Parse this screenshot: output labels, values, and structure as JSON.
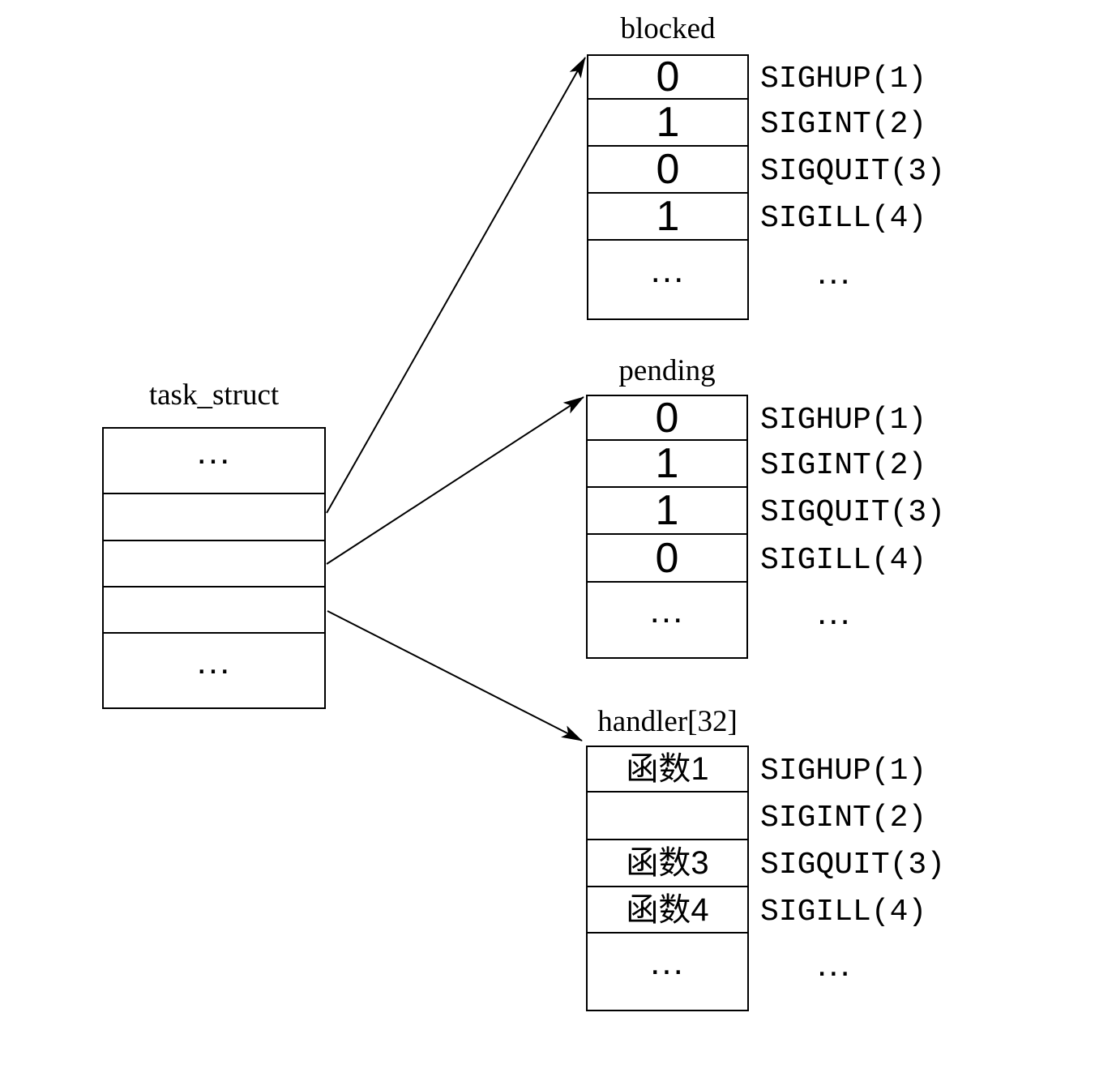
{
  "task_struct": {
    "title": "task_struct",
    "rows": [
      "...",
      "",
      "",
      "",
      "..."
    ]
  },
  "tables": {
    "blocked": {
      "title": "blocked",
      "values": [
        "0",
        "1",
        "0",
        "1",
        "..."
      ],
      "labels": [
        "SIGHUP(1)",
        "SIGINT(2)",
        "SIGQUIT(3)",
        "SIGILL(4)",
        "..."
      ]
    },
    "pending": {
      "title": "pending",
      "values": [
        "0",
        "1",
        "1",
        "0",
        "..."
      ],
      "labels": [
        "SIGHUP(1)",
        "SIGINT(2)",
        "SIGQUIT(3)",
        "SIGILL(4)",
        "..."
      ]
    },
    "handler": {
      "title": "handler[32]",
      "values": [
        "函数1",
        "",
        "函数3",
        "函数4",
        "..."
      ],
      "labels": [
        "SIGHUP(1)",
        "SIGINT(2)",
        "SIGQUIT(3)",
        "SIGILL(4)",
        "..."
      ]
    }
  },
  "colors": {
    "line": "#000000",
    "background": "#ffffff",
    "text": "#000000"
  }
}
